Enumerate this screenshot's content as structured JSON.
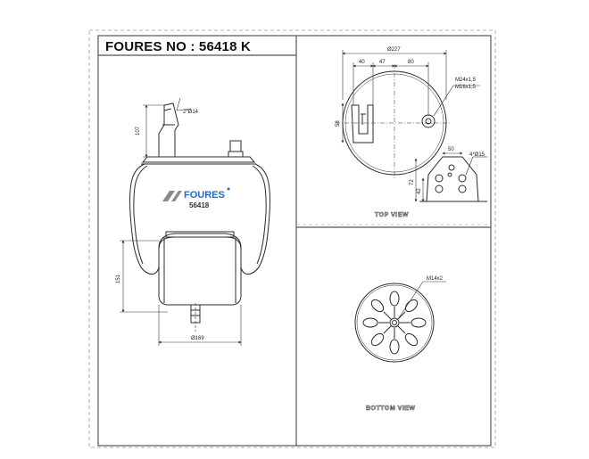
{
  "header": {
    "title": "FOURES NO : 56418 K"
  },
  "front_view": {
    "brand_logo": "FOURES",
    "model_on_body": "56418",
    "dim_height_top": "107",
    "dim_hole": "2*Ø14",
    "dim_height_bottom": "151",
    "dim_diameter_bottom": "Ø169"
  },
  "top_view": {
    "caption": "TOP VIEW",
    "dim_diameter": "Ø227",
    "dim_a": "40",
    "dim_b": "47",
    "dim_c": "80",
    "thread_1": "M24x1,5",
    "thread_2": "M16x1,5",
    "dim_side": "58",
    "detail_width": "50",
    "detail_holes": "4*Ø15",
    "detail_h1": "42",
    "detail_h2": "72"
  },
  "bottom_view": {
    "caption": "BOTTOM VIEW",
    "thread": "M14x2"
  },
  "colors": {
    "line": "#2b2b2b",
    "frame": "#555555",
    "dash": "#9a9a9a",
    "logo_blue": "#1a6fd0",
    "logo_grey": "#8a8a8a"
  }
}
